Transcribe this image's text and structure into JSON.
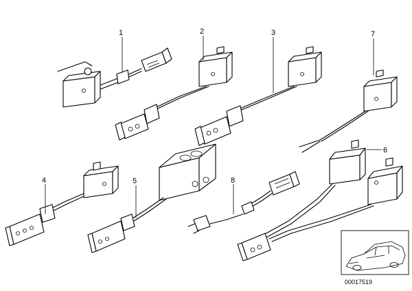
{
  "callouts": {
    "c1": "1",
    "c2": "2",
    "c3": "3",
    "c4": "4",
    "c5": "5",
    "c6": "6",
    "c7": "7",
    "c8": "8"
  },
  "thumbnail": {
    "image_code": "00017519"
  }
}
